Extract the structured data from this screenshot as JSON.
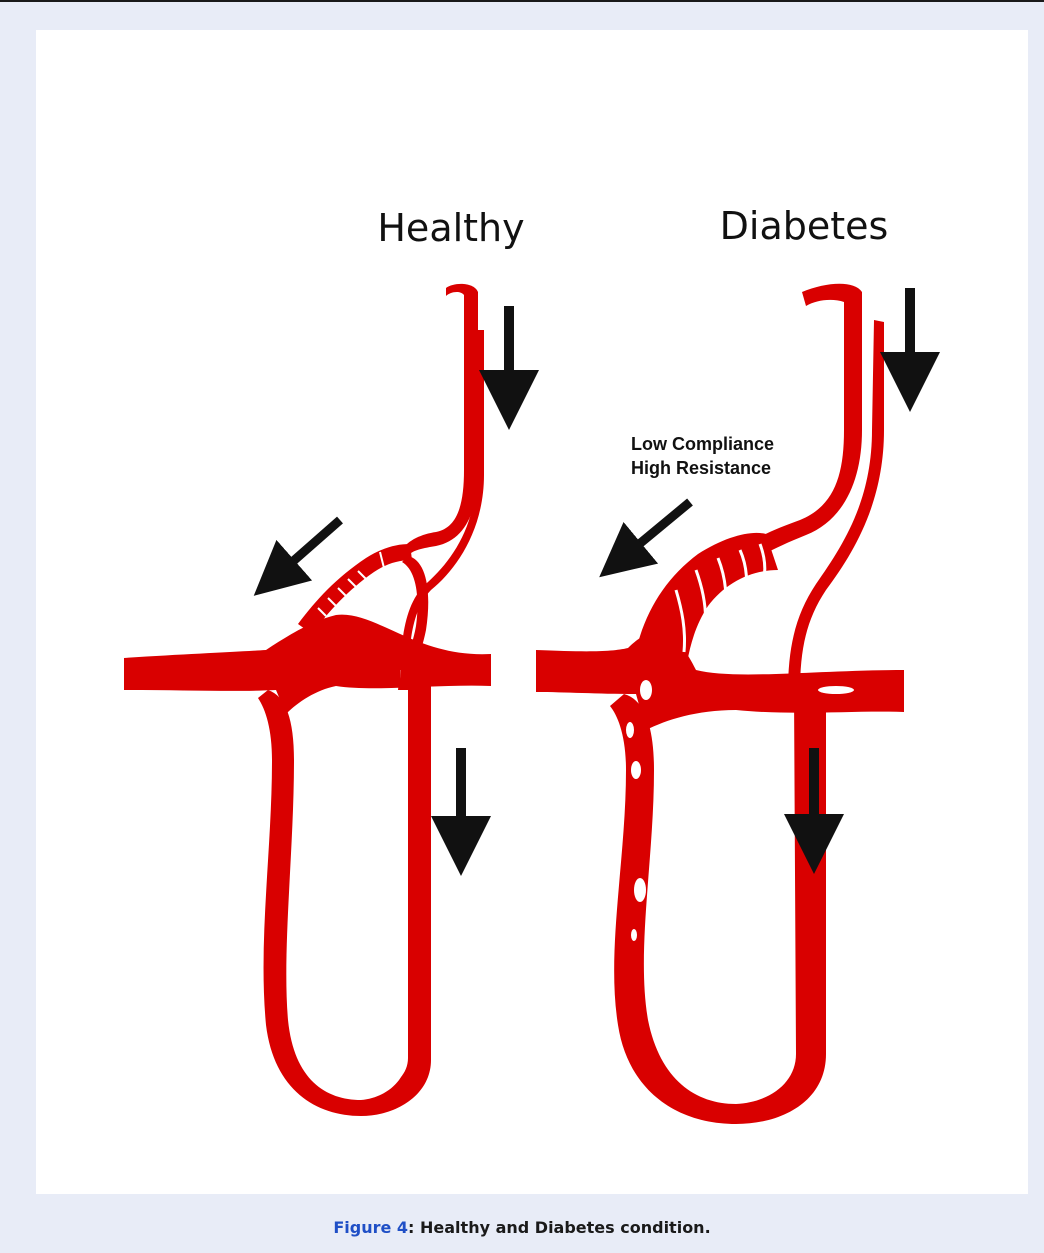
{
  "diagram": {
    "healthy": {
      "title": "Healthy"
    },
    "diabetes": {
      "title": "Diabetes",
      "annotation_line1": "Low Compliance",
      "annotation_line2": "High Resistance"
    }
  },
  "caption": {
    "figure_label": "Figure 4",
    "separator": ": ",
    "text": "Healthy and Diabetes condition."
  },
  "colors": {
    "vessel_red": "#d90000",
    "arrow_black": "#111111",
    "background": "#e8ecf7",
    "figure_link_blue": "#1f4fc6"
  }
}
